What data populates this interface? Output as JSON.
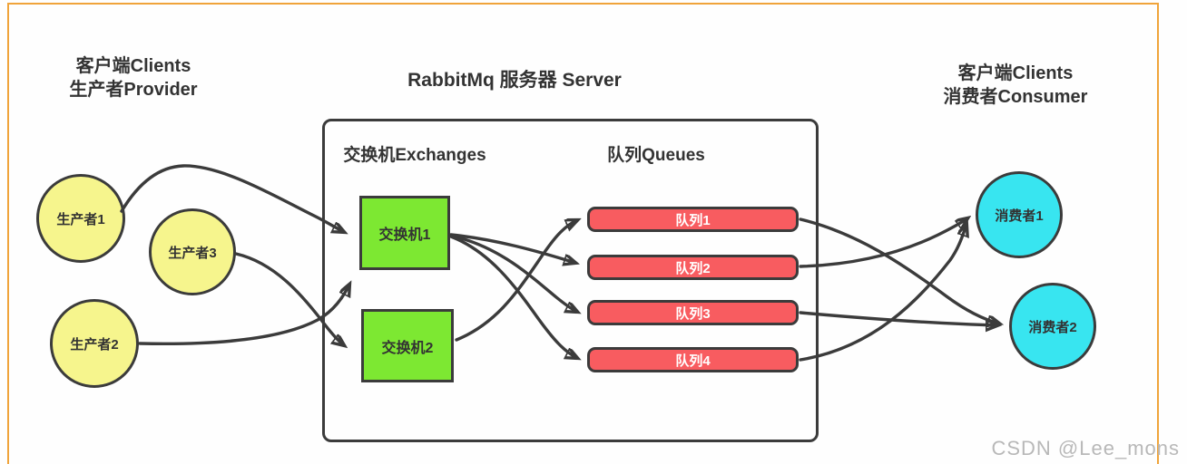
{
  "headings": {
    "producers_line1": "客户端Clients",
    "producers_line2": "生产者Provider",
    "server_title": "RabbitMq 服务器 Server",
    "consumers_line1": "客户端Clients",
    "consumers_line2": "消费者Consumer",
    "exchanges_section": "交换机Exchanges",
    "queues_section": "队列Queues"
  },
  "producers": [
    {
      "label": "生产者1"
    },
    {
      "label": "生产者2"
    },
    {
      "label": "生产者3"
    }
  ],
  "exchanges": [
    {
      "label": "交换机1"
    },
    {
      "label": "交换机2"
    }
  ],
  "queues": [
    {
      "label": "队列1"
    },
    {
      "label": "队列2"
    },
    {
      "label": "队列3"
    },
    {
      "label": "队列4"
    }
  ],
  "consumers": [
    {
      "label": "消费者1"
    },
    {
      "label": "消费者2"
    }
  ],
  "connections": [
    {
      "from": "生产者1",
      "to": "交换机1"
    },
    {
      "from": "生产者2",
      "to": "交换机1"
    },
    {
      "from": "生产者3",
      "to": "交换机2"
    },
    {
      "from": "交换机1",
      "to": "队列2"
    },
    {
      "from": "交换机1",
      "to": "队列3"
    },
    {
      "from": "交换机1",
      "to": "队列4"
    },
    {
      "from": "交换机2",
      "to": "队列1"
    },
    {
      "from": "队列1",
      "to": "消费者2"
    },
    {
      "from": "队列2",
      "to": "消费者1"
    },
    {
      "from": "队列3",
      "to": "消费者2"
    },
    {
      "from": "队列4",
      "to": "消费者1"
    }
  ],
  "watermark": "CSDN @Lee_mons",
  "colors": {
    "frame_border": "#f0a43b",
    "producer_fill": "#f6f58d",
    "exchange_fill": "#7de832",
    "queue_fill": "#f85c60",
    "consumer_fill": "#38e5f0",
    "line_stroke": "#3b3b3b",
    "queue_text": "#ffffff",
    "watermark_text": "#b8b8b8"
  }
}
